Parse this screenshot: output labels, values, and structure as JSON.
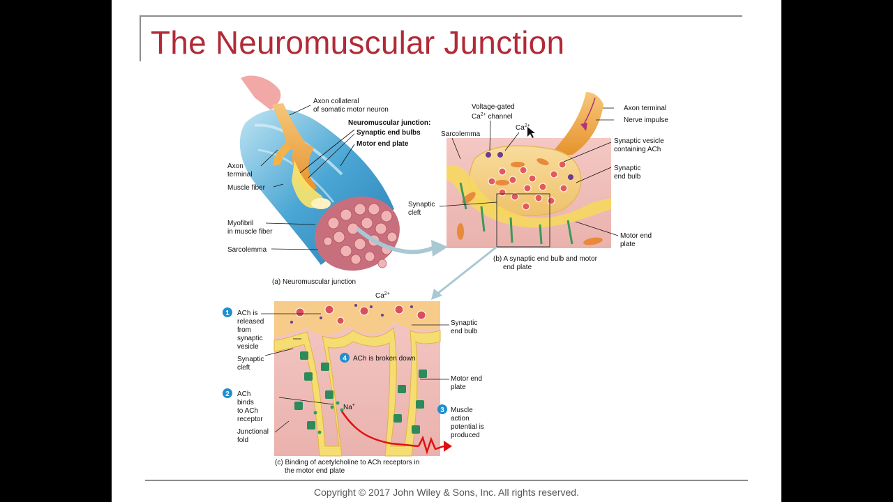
{
  "slide": {
    "title": "The Neuromuscular Junction",
    "copyright": "Copyright © 2017 John Wiley & Sons, Inc. All rights reserved."
  },
  "panel_a": {
    "caption": "(a) Neuromuscular junction",
    "labels": {
      "axon_collateral_1": "Axon collateral",
      "axon_collateral_2": "of somatic motor neuron",
      "nmj_heading": "Neuromuscular junction:",
      "synaptic_end_bulbs": "Synaptic end bulbs",
      "motor_end_plate": "Motor end plate",
      "axon_terminal_1": "Axon",
      "axon_terminal_2": "terminal",
      "muscle_fiber": "Muscle fiber",
      "myofibril_1": "Myofibril",
      "myofibril_2": "in muscle fiber",
      "sarcolemma": "Sarcolemma"
    }
  },
  "panel_b": {
    "caption_1": "(b) A synaptic end bulb and motor",
    "caption_2": "end plate",
    "labels": {
      "vg_1": "Voltage-gated",
      "vg_2a": "Ca",
      "vg_2sup": "2+",
      "vg_2b": " channel",
      "ca_main": "Ca",
      "ca_sup": "2+",
      "sarcolemma": "Sarcolemma",
      "axon_terminal": "Axon terminal",
      "nerve_impulse": "Nerve impulse",
      "vesicle_1": "Synaptic vesicle",
      "vesicle_2": "containing ACh",
      "end_bulb_1": "Synaptic",
      "end_bulb_2": "end bulb",
      "cleft_1": "Synaptic",
      "cleft_2": "cleft",
      "motor_1": "Motor end",
      "motor_2": "plate"
    }
  },
  "panel_c": {
    "caption_1": "(c) Binding of acetylcholine to ACh receptors in",
    "caption_2": "the motor end plate",
    "ca_main": "Ca",
    "ca_sup": "2+",
    "na_main": "Na",
    "na_sup": "+",
    "steps": [
      {
        "num": "1",
        "lines": [
          "ACh is",
          "released",
          "from",
          "synaptic",
          "vesicle"
        ]
      },
      {
        "num": "2",
        "lines": [
          "ACh",
          "binds",
          "to ACh",
          "receptor"
        ]
      },
      {
        "num": "3",
        "lines": [
          "Muscle",
          "action",
          "potential is",
          "produced"
        ]
      },
      {
        "num": "4",
        "lines": [
          "ACh is broken down"
        ]
      }
    ],
    "labels": {
      "cleft_1": "Synaptic",
      "cleft_2": "cleft",
      "junctional_1": "Junctional",
      "junctional_2": "fold",
      "end_bulb_1": "Synaptic",
      "end_bulb_2": "end bulb",
      "motor_1": "Motor end",
      "motor_2": "plate"
    }
  },
  "colors": {
    "title": "#b22a37",
    "step_badge": "#1f8fd0",
    "ap_arrow": "#e01010"
  }
}
